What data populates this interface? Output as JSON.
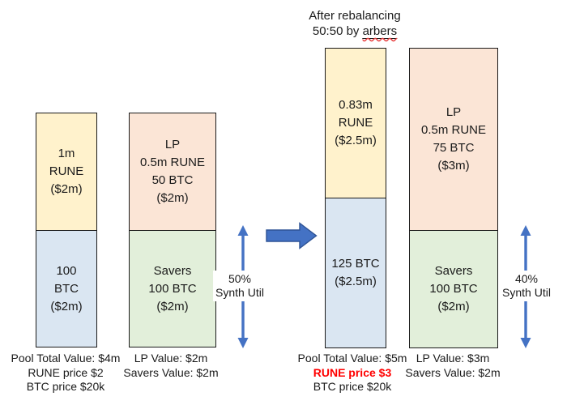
{
  "title": {
    "line1": "After rebalancing",
    "line2_prefix": "50:50 by ",
    "line2_word": "arbers"
  },
  "bars": [
    {
      "id": "pool-before",
      "segments": [
        {
          "label": "1m\nRUNE\n($2m)",
          "color": "#FFF2CC"
        },
        {
          "label": "100\nBTC\n($2m)",
          "color": "#DAE6F2"
        }
      ]
    },
    {
      "id": "lp-savers-before",
      "segments": [
        {
          "label": "LP\n0.5m RUNE\n50 BTC\n($2m)",
          "color": "#FBE5D6"
        },
        {
          "label": "Savers\n100 BTC\n($2m)",
          "color": "#E2EFDA"
        }
      ]
    },
    {
      "id": "pool-after",
      "segments": [
        {
          "label": "0.83m\nRUNE\n($2.5m)",
          "color": "#FFF2CC"
        },
        {
          "label": "125 BTC\n($2.5m)",
          "color": "#DAE6F2"
        }
      ]
    },
    {
      "id": "lp-savers-after",
      "segments": [
        {
          "label": "LP\n0.5m RUNE\n75 BTC\n($3m)",
          "color": "#FBE5D6"
        },
        {
          "label": "Savers\n100 BTC\n($2m)",
          "color": "#E2EFDA"
        }
      ]
    }
  ],
  "synth_util_before": {
    "pct": "50%",
    "label": "Synth Util"
  },
  "synth_util_after": {
    "pct": "40%",
    "label": "Synth Util"
  },
  "captions": {
    "pool_before": [
      "Pool Total Value: $4m",
      "RUNE price $2",
      "BTC price $20k"
    ],
    "lp_before": [
      "LP Value: $2m",
      "Savers Value: $2m"
    ],
    "pool_after": [
      "Pool Total Value: $5m",
      "RUNE price $3",
      "BTC price $20k"
    ],
    "lp_after": [
      "LP Value: $3m",
      "Savers Value: $2m"
    ]
  },
  "colors": {
    "rune_yellow": "#FFF2CC",
    "btc_blue": "#DAE6F2",
    "lp_peach": "#FBE5D6",
    "savers_green": "#E2EFDA",
    "arrow_blue": "#4472C4",
    "arrow_border": "#2E5395",
    "highlight_red": "#FF0000",
    "border_dark": "#1A1A1A"
  }
}
